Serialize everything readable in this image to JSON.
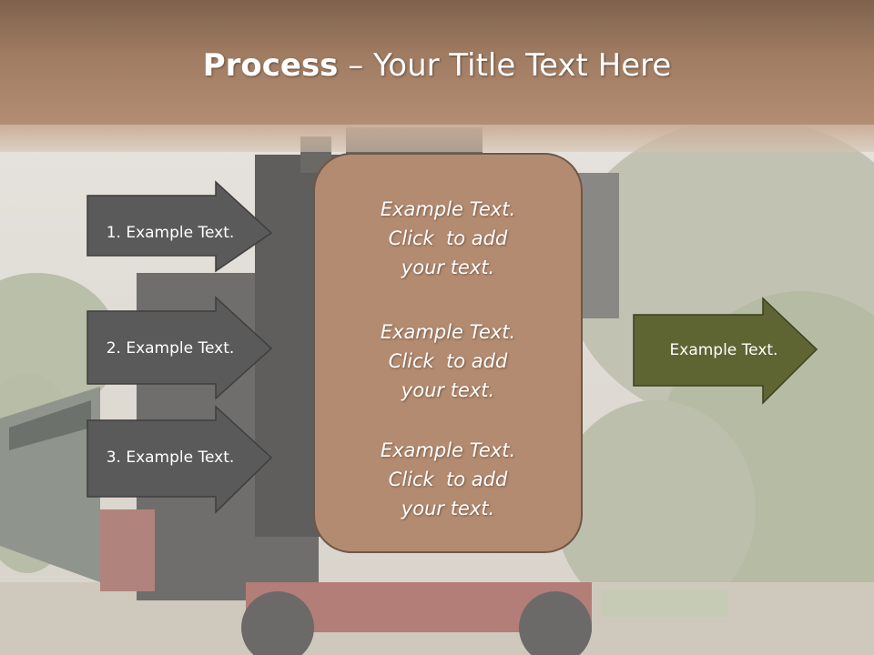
{
  "slide": {
    "title_bold": "Process",
    "title_rest": " – Your Title Text Here",
    "background": "steam-locomotive-photo"
  },
  "left_arrows": [
    {
      "label": "1. Example Text."
    },
    {
      "label": "2. Example Text."
    },
    {
      "label": "3. Example Text."
    }
  ],
  "center_box": {
    "paragraphs": [
      {
        "lines": [
          "Example Text.",
          "Click  to add",
          "your text."
        ]
      },
      {
        "lines": [
          "Example Text.",
          "Click  to add",
          "your text."
        ]
      },
      {
        "lines": [
          "Example Text.",
          "Click  to add",
          "your text."
        ]
      }
    ]
  },
  "right_arrow": {
    "label": "Example Text."
  },
  "colors": {
    "header": "#a07c62",
    "left_arrow_fill": "#5a5a5a",
    "center_box_fill": "#b38b70",
    "right_arrow_fill": "#5e6532"
  }
}
